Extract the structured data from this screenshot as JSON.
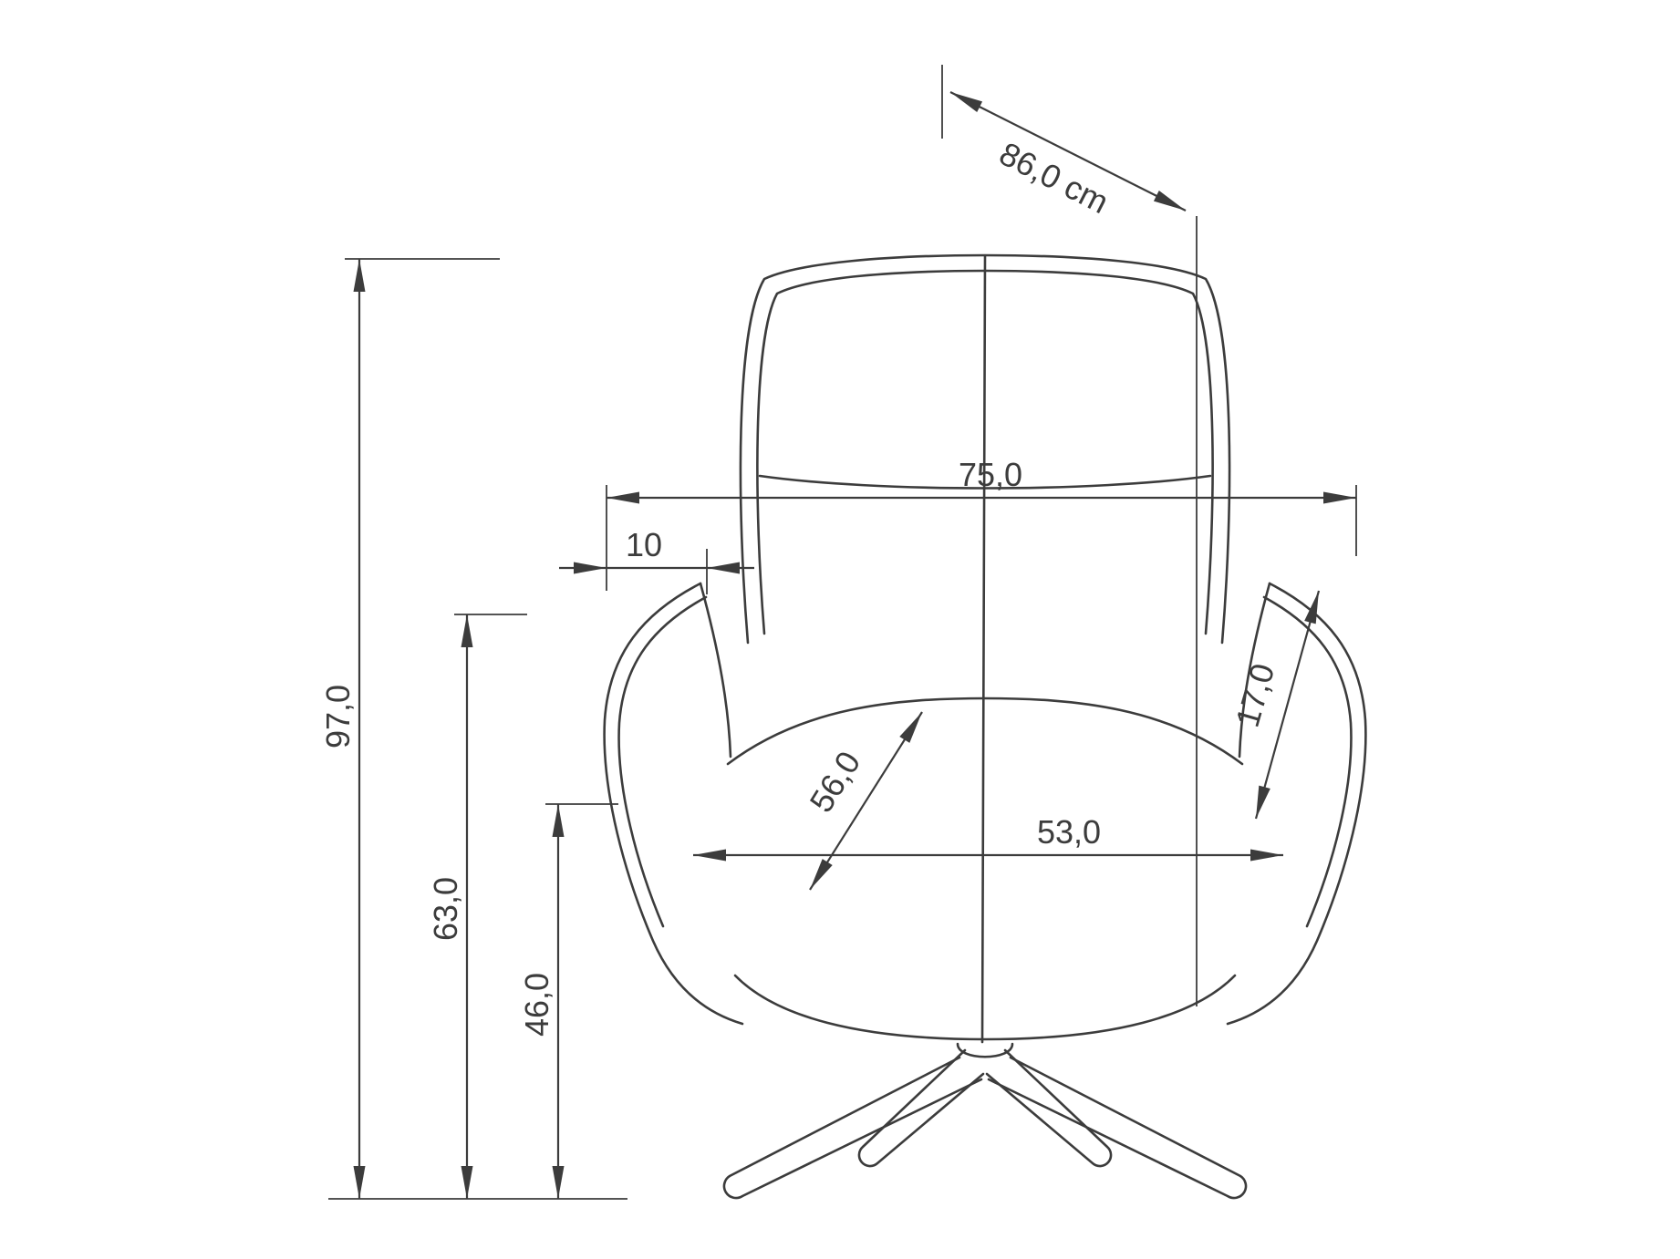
{
  "diagram": {
    "type": "technical-dimension-drawing",
    "subject": "swivel armchair, front view with dimension lines",
    "unit": "cm",
    "line_color": "#3c3c3c",
    "background_color": "#ffffff",
    "dimensions": {
      "depth": {
        "label": "86,0 cm",
        "value": 86.0
      },
      "total_height": {
        "label": "97,0",
        "value": 97.0
      },
      "arm_height": {
        "label": "63,0",
        "value": 63.0
      },
      "seat_height": {
        "label": "46,0",
        "value": 46.0
      },
      "total_width": {
        "label": "75,0",
        "value": 75.0
      },
      "arm_thickness": {
        "label": "10",
        "value": 10
      },
      "back_cushion_depth": {
        "label": "17,0",
        "value": 17.0
      },
      "seat_depth": {
        "label": "56,0",
        "value": 56.0
      },
      "seat_width": {
        "label": "53,0",
        "value": 53.0
      }
    }
  }
}
